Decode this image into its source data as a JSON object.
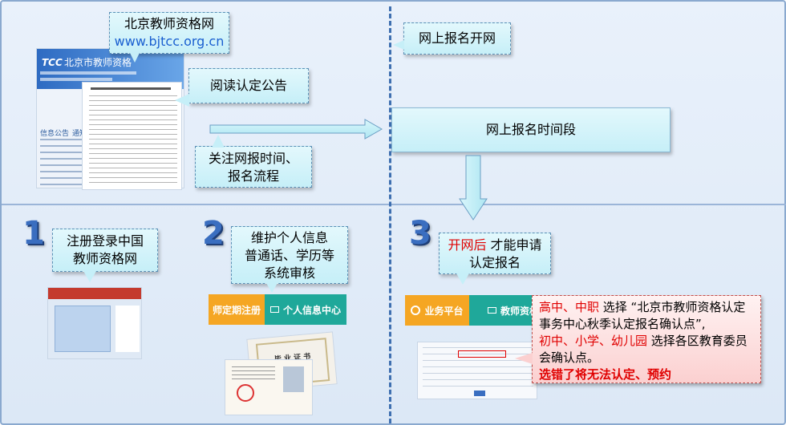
{
  "top_left": {
    "site_name": "北京教师资格网",
    "site_url": "www.bjtcc.org.cn",
    "read_notice": "阅读认定公告",
    "attention_line1": "关注网报时间、",
    "attention_line2": "报名流程",
    "shot_logo": "TCC",
    "shot_title": "北京市教师资格",
    "shot_tab1": "信息公告",
    "shot_tab2": "通知"
  },
  "top_right": {
    "open_label": "网上报名开网",
    "period_label": "网上报名时间段"
  },
  "steps": [
    {
      "number": "1",
      "text_line1": "注册登录中国",
      "text_line2": "教师资格网"
    },
    {
      "number": "2",
      "text_line1": "维护个人信息",
      "text_line2": "普通话、学历等",
      "text_line3": "系统审核",
      "bar_left": "师定期注册",
      "bar_right": "个人信息中心",
      "cert_title": "毕 业 证 书"
    },
    {
      "number": "3",
      "text_red": "开网后",
      "text_rest": " 才能申请",
      "text_line2": "认定报名",
      "bar_left": "业务平台",
      "bar_right": "教师资格"
    }
  ],
  "note": {
    "red1": "高中、中职",
    "black1": " 选择 “北京市教师资格认定事务中心秋季认定报名确认点”,",
    "red2": "初中、小学、幼儿园",
    "black2": " 选择各区教育委员会确认点。",
    "warning": "选错了将无法认定、预约"
  },
  "colors": {
    "accent_blue": "#3a6ec0",
    "teal_bar": "#1fa89a",
    "orange_bar": "#f5a623",
    "red": "#e00000"
  }
}
